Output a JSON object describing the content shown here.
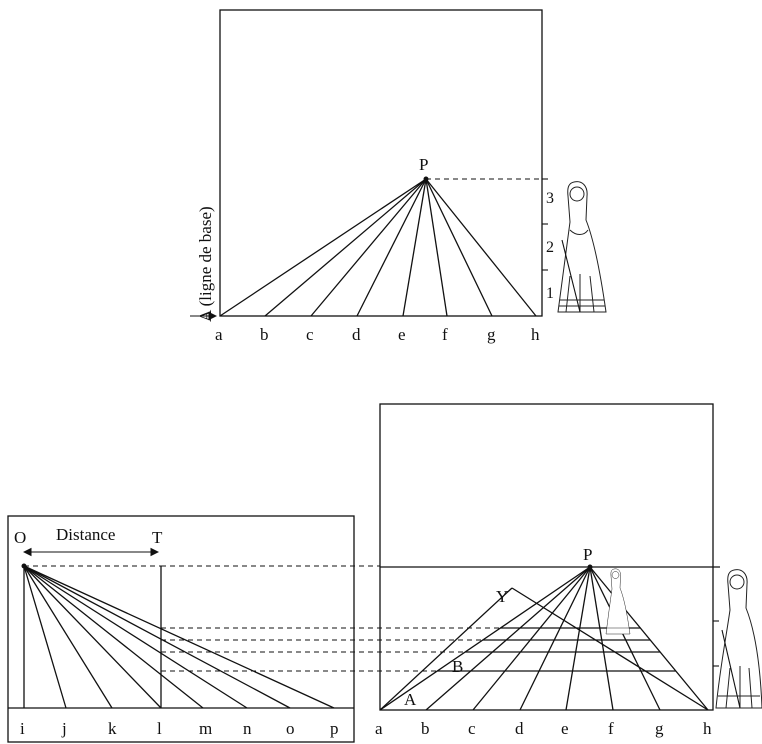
{
  "top": {
    "base_letters": [
      "a",
      "b",
      "c",
      "d",
      "e",
      "f",
      "g",
      "h"
    ],
    "vanishing_label": "P",
    "height_ticks": [
      "1",
      "2",
      "3"
    ],
    "base_line_label": "A (ligne de base)"
  },
  "bottom_left": {
    "base_letters": [
      "i",
      "j",
      "k",
      "l",
      "m",
      "n",
      "o",
      "p"
    ],
    "eye_label": "O",
    "picture_label": "T",
    "distance_label": "Distance"
  },
  "bottom_right": {
    "base_letters": [
      "a",
      "b",
      "c",
      "d",
      "e",
      "f",
      "g",
      "h"
    ],
    "vanishing_label": "P",
    "diagonal_label": "Y",
    "point_a_label": "A",
    "point_b_label": "B"
  }
}
